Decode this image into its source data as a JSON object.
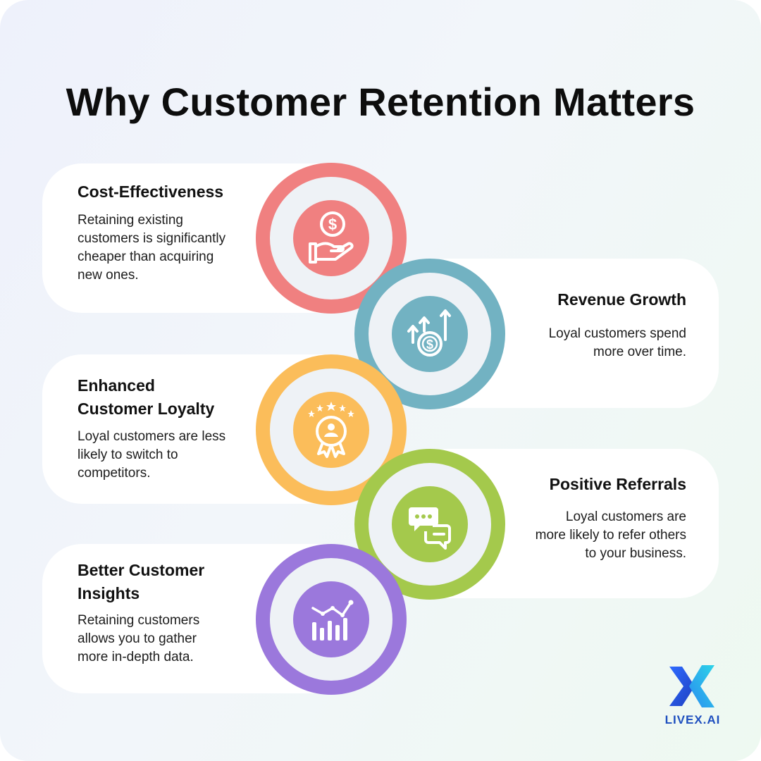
{
  "title": "Why Customer Retention Matters",
  "colors": {
    "coral": "#f08080",
    "teal": "#72b2c2",
    "amber": "#fbbd5a",
    "green": "#a4c94c",
    "purple": "#9b78dc",
    "logo_blue": "#1e4fbf",
    "logo_cyan": "#2dd4e8"
  },
  "items": [
    {
      "title": "Cost-Effectiveness",
      "description_lines": [
        "Retaining existing",
        "customers is significantly",
        "cheaper than acquiring",
        "new ones."
      ],
      "icon": "hand-holding-dollar-icon"
    },
    {
      "title": "Revenue Growth",
      "description_lines": [
        "Loyal customers spend",
        "more over time."
      ],
      "icon": "dollar-growth-arrows-icon"
    },
    {
      "title_lines": [
        "Enhanced",
        "Customer Loyalty"
      ],
      "description_lines": [
        "Loyal customers are less",
        "likely to switch to",
        "competitors."
      ],
      "icon": "loyalty-badge-icon"
    },
    {
      "title": "Positive Referrals",
      "description_lines": [
        "Loyal customers are",
        "more likely to refer others",
        "to your business."
      ],
      "icon": "chat-bubbles-icon"
    },
    {
      "title_lines": [
        "Better Customer",
        "Insights"
      ],
      "description_lines": [
        "Retaining customers",
        "allows you to gather",
        "more in-depth data."
      ],
      "icon": "bar-chart-trend-icon"
    }
  ],
  "logo": {
    "text": "LIVEX.AI"
  }
}
